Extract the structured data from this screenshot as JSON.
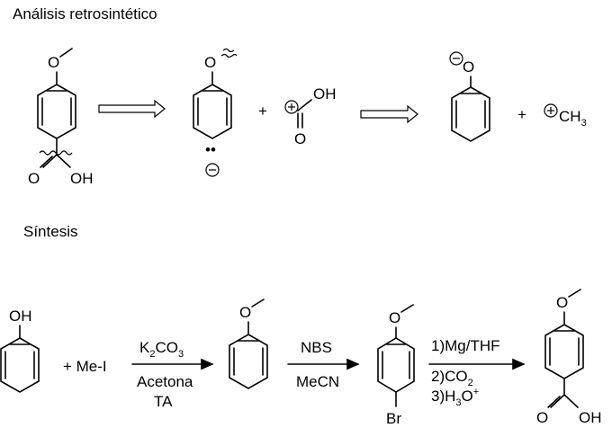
{
  "headings": {
    "retro": "Análisis retrosintético",
    "synth": "Síntesis"
  },
  "retro": {
    "oxygen": "O",
    "carbonyl_oxygen": "O",
    "hydroxyl": "OH",
    "plus_sign": "+",
    "methyl": "CH",
    "methyl_sub": "3",
    "lone_pair": "••"
  },
  "synth": {
    "oh": "OH",
    "reagent": "+ Me-I",
    "step1_above": [
      "K",
      "2",
      "CO",
      "3"
    ],
    "step1_below_1": "Acetona",
    "step1_below_2": "TA",
    "step2_above": "NBS",
    "step2_below": "MeCN",
    "step3_line1": "1)Mg/THF",
    "step3_line2": [
      "2)CO",
      "2"
    ],
    "step3_line3": [
      "3)H",
      "3",
      "O",
      "+"
    ],
    "bromine": "Br",
    "oxygen": "O",
    "carbonyl_oxygen": "O",
    "hydroxyl": "OH"
  }
}
